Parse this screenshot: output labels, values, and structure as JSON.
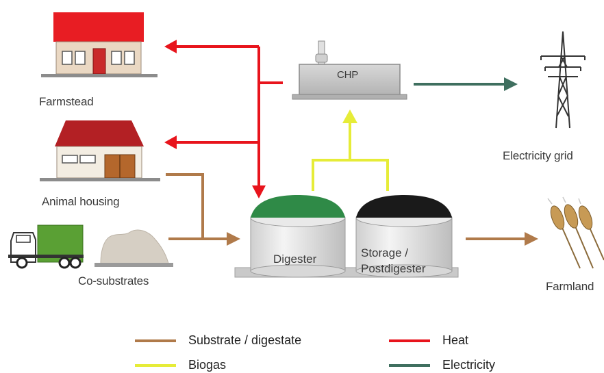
{
  "labels": {
    "farmstead": "Farmstead",
    "animal_housing": "Animal housing",
    "co_substrates": "Co-substrates",
    "chp": "CHP",
    "electricity_grid": "Electricity grid",
    "digester": "Digester",
    "storage_line1": "Storage /",
    "storage_line2": "Postdigester",
    "farmland": "Farmland"
  },
  "legend": {
    "substrate": "Substrate / digestate",
    "heat": "Heat",
    "biogas": "Biogas",
    "electricity": "Electricity"
  },
  "colors": {
    "substrate": "#b07a4a",
    "heat": "#e8141c",
    "biogas": "#e6ec38",
    "electricity": "#3f6f5f",
    "roof_farmstead": "#e81d23",
    "roof_barn": "#b32024",
    "digester_top": "#2f8a47",
    "storage_top": "#1a1a1a",
    "truck": "#5aa034"
  }
}
